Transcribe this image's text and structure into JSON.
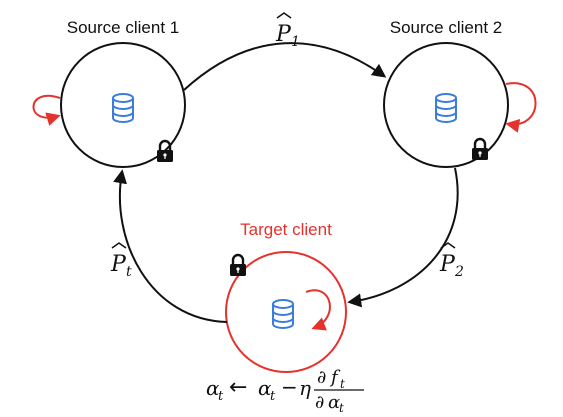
{
  "nodes": {
    "source1": {
      "label": "Source client 1"
    },
    "source2": {
      "label": "Source client 2"
    },
    "target": {
      "label": "Target client"
    }
  },
  "edges": {
    "p1": {
      "base": "P",
      "sub": "1"
    },
    "p2": {
      "base": "P",
      "sub": "2"
    },
    "pt": {
      "base": "P",
      "sub": "t"
    }
  },
  "formula": {
    "alpha": "α",
    "t": "t",
    "arrow": "←",
    "minus": "−",
    "eta": "η",
    "num_partial": "∂",
    "num_f": "f",
    "den_partial": "∂",
    "den_alpha": "α"
  },
  "colors": {
    "accent": "#e5322d",
    "line": "#111111",
    "database": "#3b7ddd"
  },
  "icons": {
    "node_center": "database-icon",
    "node_marker": "lock-icon",
    "self_loop": "refresh-arrow-icon"
  }
}
